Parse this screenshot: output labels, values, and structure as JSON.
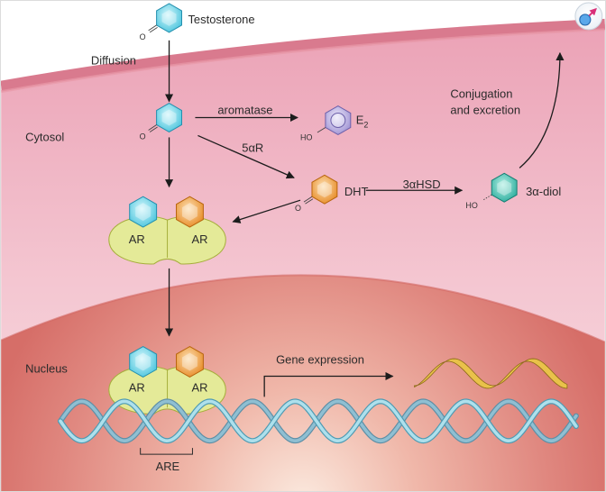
{
  "labels": {
    "testosterone": "Testosterone",
    "diffusion": "Diffusion",
    "cytosol": "Cytosol",
    "aromatase": "aromatase",
    "e2": {
      "main": "E",
      "sub": "2"
    },
    "five_alpha_r": "5αR",
    "dht": "DHT",
    "three_alpha_hsd": "3αHSD",
    "three_alpha_diol": "3α-diol",
    "conjugation": [
      "Conjugation",
      "and excretion"
    ],
    "nucleus": "Nucleus",
    "gene_expression": "Gene expression",
    "are": "ARE"
  },
  "atoms": {
    "oxygen": "O",
    "hydroxyl": "HO"
  },
  "receptors": {
    "cytosol": [
      "AR",
      "AR"
    ],
    "nucleus": [
      "AR",
      "AR"
    ]
  },
  "icons": {
    "corner_badge": "male-symbol-icon"
  },
  "colors": {
    "testosterone": "#4cc8e0",
    "estradiol": "#a89ad8",
    "dht": "#e88a20",
    "diol": "#2ab0a0",
    "receptor": "#e4ea98",
    "cytosol": "#eeaabc",
    "nucleus": "#dc7a74",
    "mrna": "#e9c14a",
    "dna": "#a6dbe8"
  }
}
